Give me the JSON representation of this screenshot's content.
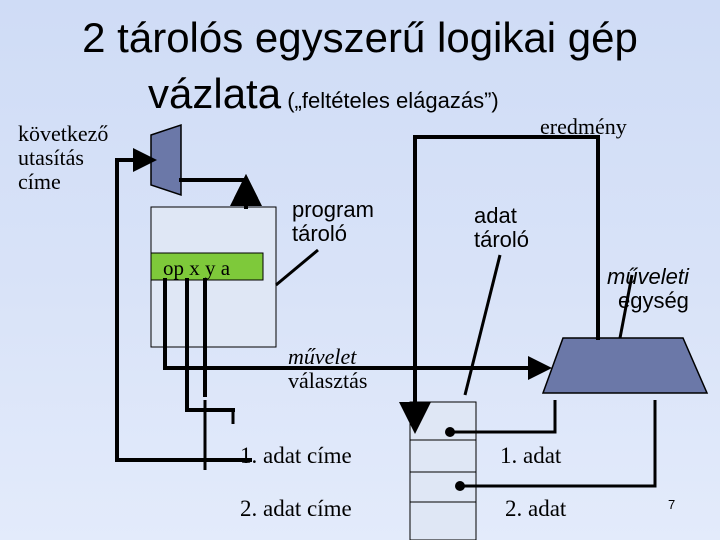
{
  "title": {
    "line1": "2 tárolós egyszerű logikai gép",
    "line2_main": "vázlata",
    "line2_sub": " („feltételes elágazás”)"
  },
  "labels": {
    "next_address": [
      "következő",
      "utasítás",
      "címe"
    ],
    "result": "eredmény",
    "program_store": [
      "program",
      "tároló"
    ],
    "data_store": [
      "adat",
      "tároló"
    ],
    "alu": [
      "műveleti",
      "egység"
    ],
    "instruction_fields": "op x y a",
    "operation_select": [
      "művelet",
      "választás"
    ],
    "data1_address": "1. adat címe",
    "data2_address": "2. adat címe",
    "data1": "1. adat",
    "data2": "2. adat"
  },
  "page_number": "7"
}
